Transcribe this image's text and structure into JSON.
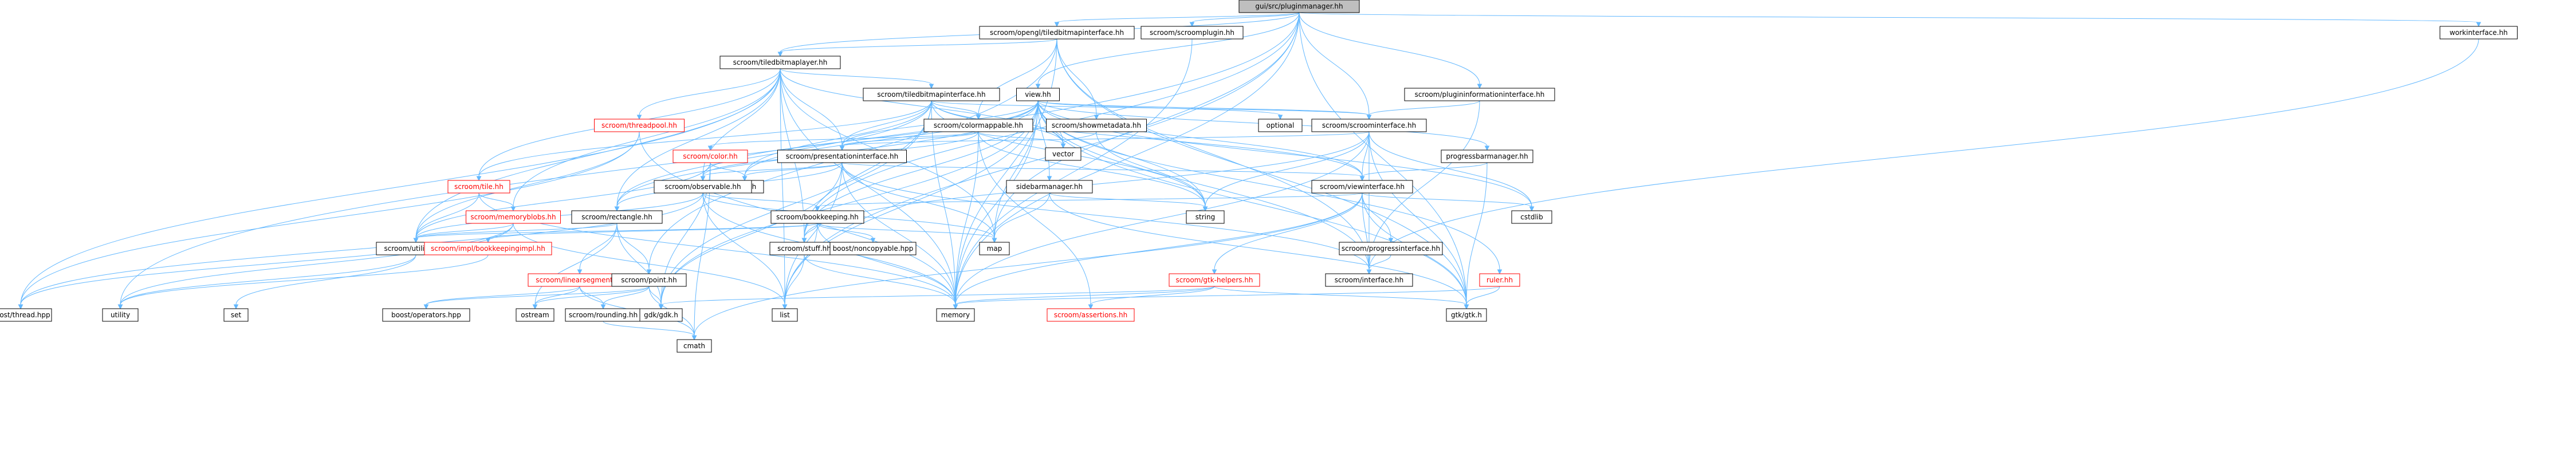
{
  "colors": {
    "edge": "#63b8ff",
    "text_default": "#000000",
    "text_missing": "#ff0000",
    "border_default": "#000000",
    "border_missing": "#ff0000",
    "fill_default": "#ffffff",
    "fill_root": "#bfbfbf",
    "border_root": "#000000"
  },
  "nodes": {
    "root": "gui/src/pluginmanager.hh",
    "opengl_tiled_iface": "scroom/opengl/tiledbitmapinterface.hh",
    "scroomplugin": "scroom/scroomplugin.hh",
    "plugininfo": "scroom/plugininformationinterface.hh",
    "workiface": "workinterface.hh",
    "tiledlayer": "scroom/tiledbitmaplayer.hh",
    "view": "view.hh",
    "tiled_iface": "scroom/tiledbitmapinterface.hh",
    "threadpool": "scroom/threadpool.hh",
    "colormappable": "scroom/colormappable.hh",
    "showmeta": "scroom/showmetadata.hh",
    "scroomiface": "scroom/scroominterface.hh",
    "optional": "optional",
    "vector": "vector",
    "color": "scroom/color.hh",
    "presiface": "scroom/presentationinterface.hh",
    "progbarmgr": "progressbarmanager.hh",
    "tile": "scroom/tile.hh",
    "cairo": "cairo.h",
    "observable": "scroom/observable.hh",
    "sidebar": "sidebarmanager.hh",
    "viewiface": "scroom/viewinterface.hh",
    "memblobs": "scroom/memoryblobs.hh",
    "rectangle": "scroom/rectangle.hh",
    "bookkeeping": "scroom/bookkeeping.hh",
    "string": "string",
    "progiface": "scroom/progressinterface.hh",
    "cstdlib": "cstdlib",
    "utilities": "scroom/utilities.hh",
    "impl_bookkeeping": "scroom/impl/bookkeepingimpl.hh",
    "linearsegment": "scroom/linearsegment.hh",
    "point": "scroom/point.hh",
    "stuff": "scroom/stuff.hh",
    "noncopyable": "boost/noncopyable.hpp",
    "map": "map",
    "gtkhelpers": "scroom/gtk-helpers.hh",
    "interface": "scroom/interface.hh",
    "ruler": "ruler.hh",
    "boost_thread": "boost/thread.hpp",
    "utility": "utility",
    "set": "set",
    "boost_operators": "boost/operators.hpp",
    "ostream": "ostream",
    "rounding": "scroom/rounding.hh",
    "gdk": "gdk/gdk.h",
    "list": "list",
    "memory": "memory",
    "assertions": "scroom/assertions.hh",
    "gtk": "gtk/gtk.h",
    "cmath": "cmath"
  }
}
